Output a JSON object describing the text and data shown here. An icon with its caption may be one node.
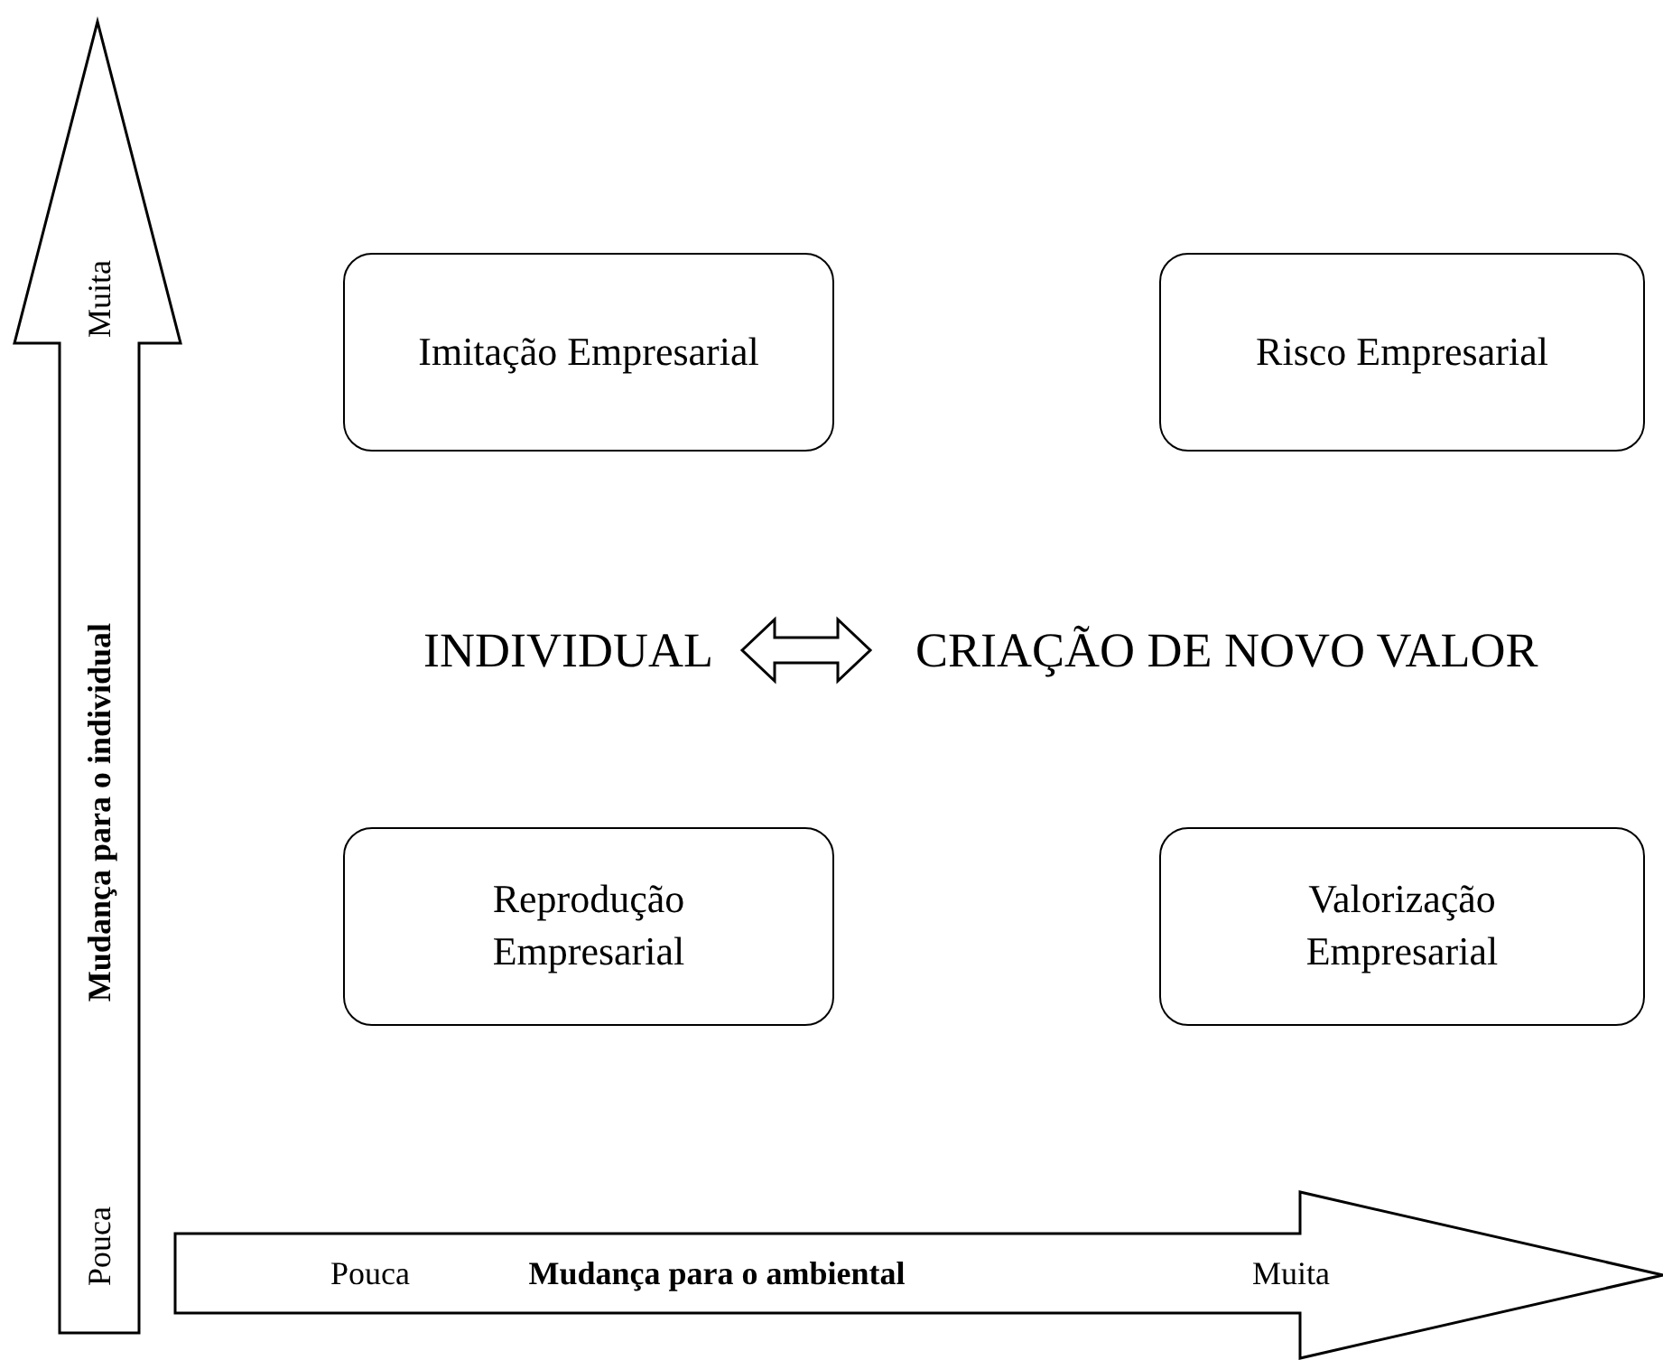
{
  "diagram": {
    "nodes": [
      {
        "text": [
          "Pouca",
          "Mudança para o individual",
          "Muita"
        ]
      },
      {
        "text": [
          "Imitação Empresarial"
        ]
      },
      {
        "text": [
          "Risco Empresarial"
        ]
      },
      {
        "text": [
          "INDIVIDUAL"
        ]
      },
      {
        "text": [
          "CRIAÇÃO DE NOVO VALOR"
        ]
      },
      {
        "text": [
          "Reprodução Empresarial"
        ]
      },
      {
        "text": [
          "Valorização Empresarial"
        ]
      },
      {
        "text": [
          "Pouca",
          "Mudança para o ambiental",
          "Muita"
        ]
      }
    ],
    "edges": [
      {
        "from": 3,
        "to": 4,
        "arrow": "both"
      }
    ]
  }
}
